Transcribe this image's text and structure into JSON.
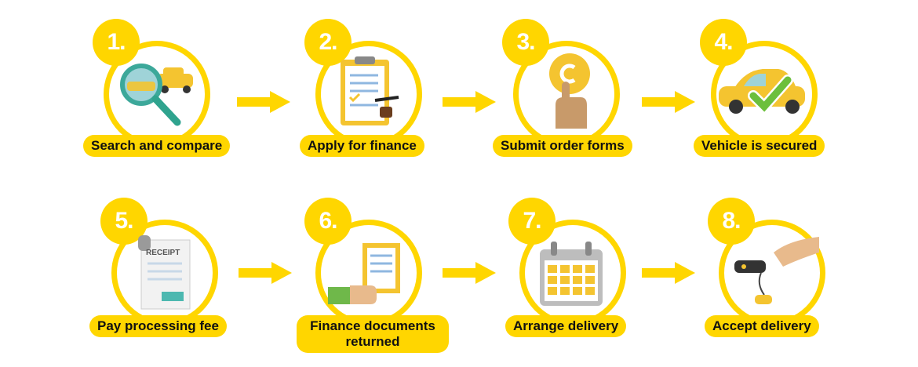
{
  "steps": [
    {
      "number": "1.",
      "label": "Search and compare",
      "icon": "magnifier-cars-icon"
    },
    {
      "number": "2.",
      "label": "Apply for finance",
      "icon": "clipboard-form-icon"
    },
    {
      "number": "3.",
      "label": "Submit order forms",
      "icon": "finger-press-button-icon"
    },
    {
      "number": "4.",
      "label": "Vehicle is secured",
      "icon": "car-checkmark-icon"
    },
    {
      "number": "5.",
      "label": "Pay processing fee",
      "icon": "receipt-icon",
      "receipt_text": "RECEIPT"
    },
    {
      "number": "6.",
      "label": "Finance documents returned",
      "icon": "hand-document-icon"
    },
    {
      "number": "7.",
      "label": "Arrange delivery",
      "icon": "calendar-icon"
    },
    {
      "number": "8.",
      "label": "Accept delivery",
      "icon": "hand-car-key-icon"
    }
  ],
  "colors": {
    "accent": "#FFD600",
    "text": "#111111",
    "number_text": "#FFFFFF"
  }
}
